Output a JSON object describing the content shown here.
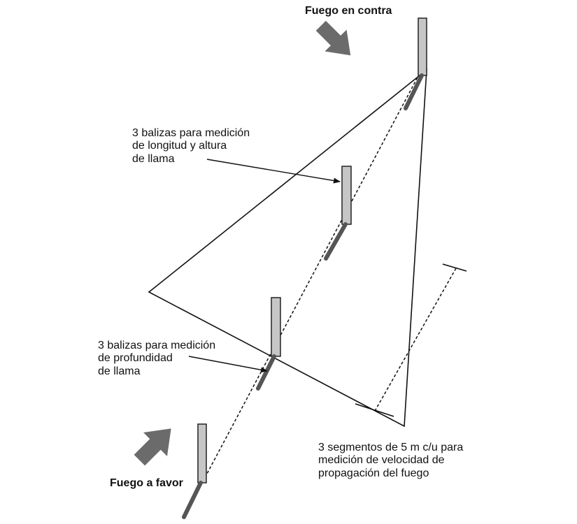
{
  "labels": {
    "fuego_en_contra": "Fuego en contra",
    "fuego_a_favor": "Fuego a favor",
    "balizas_longitud": [
      "3 balizas para medición",
      "de longitud y altura",
      "de llama"
    ],
    "balizas_profundidad": [
      "3 balizas para medición",
      "de profundidad",
      "de llama"
    ],
    "segmentos": [
      "3 segmentos de 5 m c/u para",
      "medición de velocidad de",
      "propagación del fuego"
    ]
  },
  "colors": {
    "pole_fill": "#c6c6c6",
    "pole_stroke": "#222222",
    "arrow_fill": "#6b6b6b",
    "line": "#111111",
    "rod": "#555555"
  },
  "icons": [
    "wind-arrow-icon-up",
    "wind-arrow-icon-down"
  ]
}
